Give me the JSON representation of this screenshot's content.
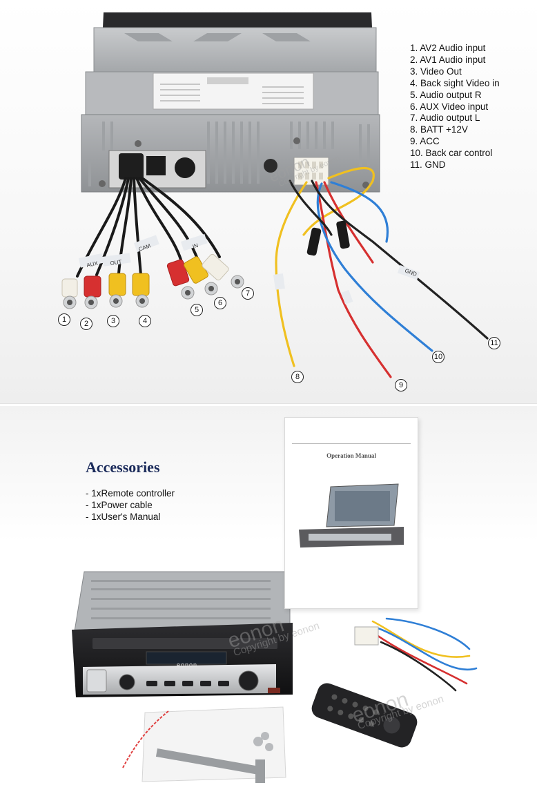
{
  "ports": {
    "items": [
      "1. AV2 Audio input",
      "2. AV1 Audio input",
      "3. Video Out",
      "4. Back sight Video in",
      "5. Audio output R",
      "6. AUX Video input",
      "7. Audio output L",
      "8. BATT +12V",
      "9. ACC",
      "10. Back car control",
      "11. GND"
    ]
  },
  "callouts": [
    "1",
    "2",
    "3",
    "4",
    "5",
    "6",
    "7",
    "8",
    "9",
    "10",
    "11"
  ],
  "cable_tags": {
    "aux": "AUX",
    "out": "OUT",
    "cam": "CAM",
    "in": "IN",
    "gnd": "GND"
  },
  "watermark": {
    "brand": "eonon",
    "copyright": "Copyright by eonon"
  },
  "accessories": {
    "title": "Accessories",
    "items": [
      "- 1xRemote controller",
      "- 1xPower cable",
      "- 1xUser's Manual"
    ]
  },
  "manual": {
    "title": "Operation Manual"
  },
  "unit": {
    "brand": "eonon"
  },
  "colors": {
    "chassis": "#a9abad",
    "faceplate": "#1b1b1d",
    "wire_yellow": "#f0c020",
    "wire_red": "#d63030",
    "wire_blue": "#2f7fd6",
    "wire_black": "#222222",
    "rca_white": "#f2efe6",
    "accessories_title": "#1a2a5a"
  }
}
